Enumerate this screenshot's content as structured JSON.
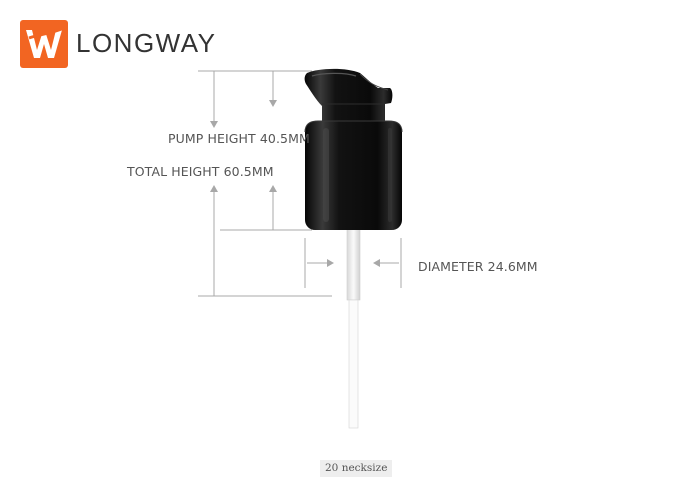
{
  "brand": {
    "name": "LONGWAY",
    "logo_icon": "longway-w-logo-icon",
    "logo_color": "#f26522"
  },
  "dimensions": {
    "pump_height": "PUMP HEIGHT 40.5MM",
    "total_height": "TOTAL HEIGHT 60.5MM",
    "diameter": "DIAMETER 24.6MM"
  },
  "product": {
    "icon": "treatment-pump-dispenser-icon",
    "cap_color": "#111111",
    "tube_color": "#f4f4f4",
    "necksize": "20 necksize"
  }
}
